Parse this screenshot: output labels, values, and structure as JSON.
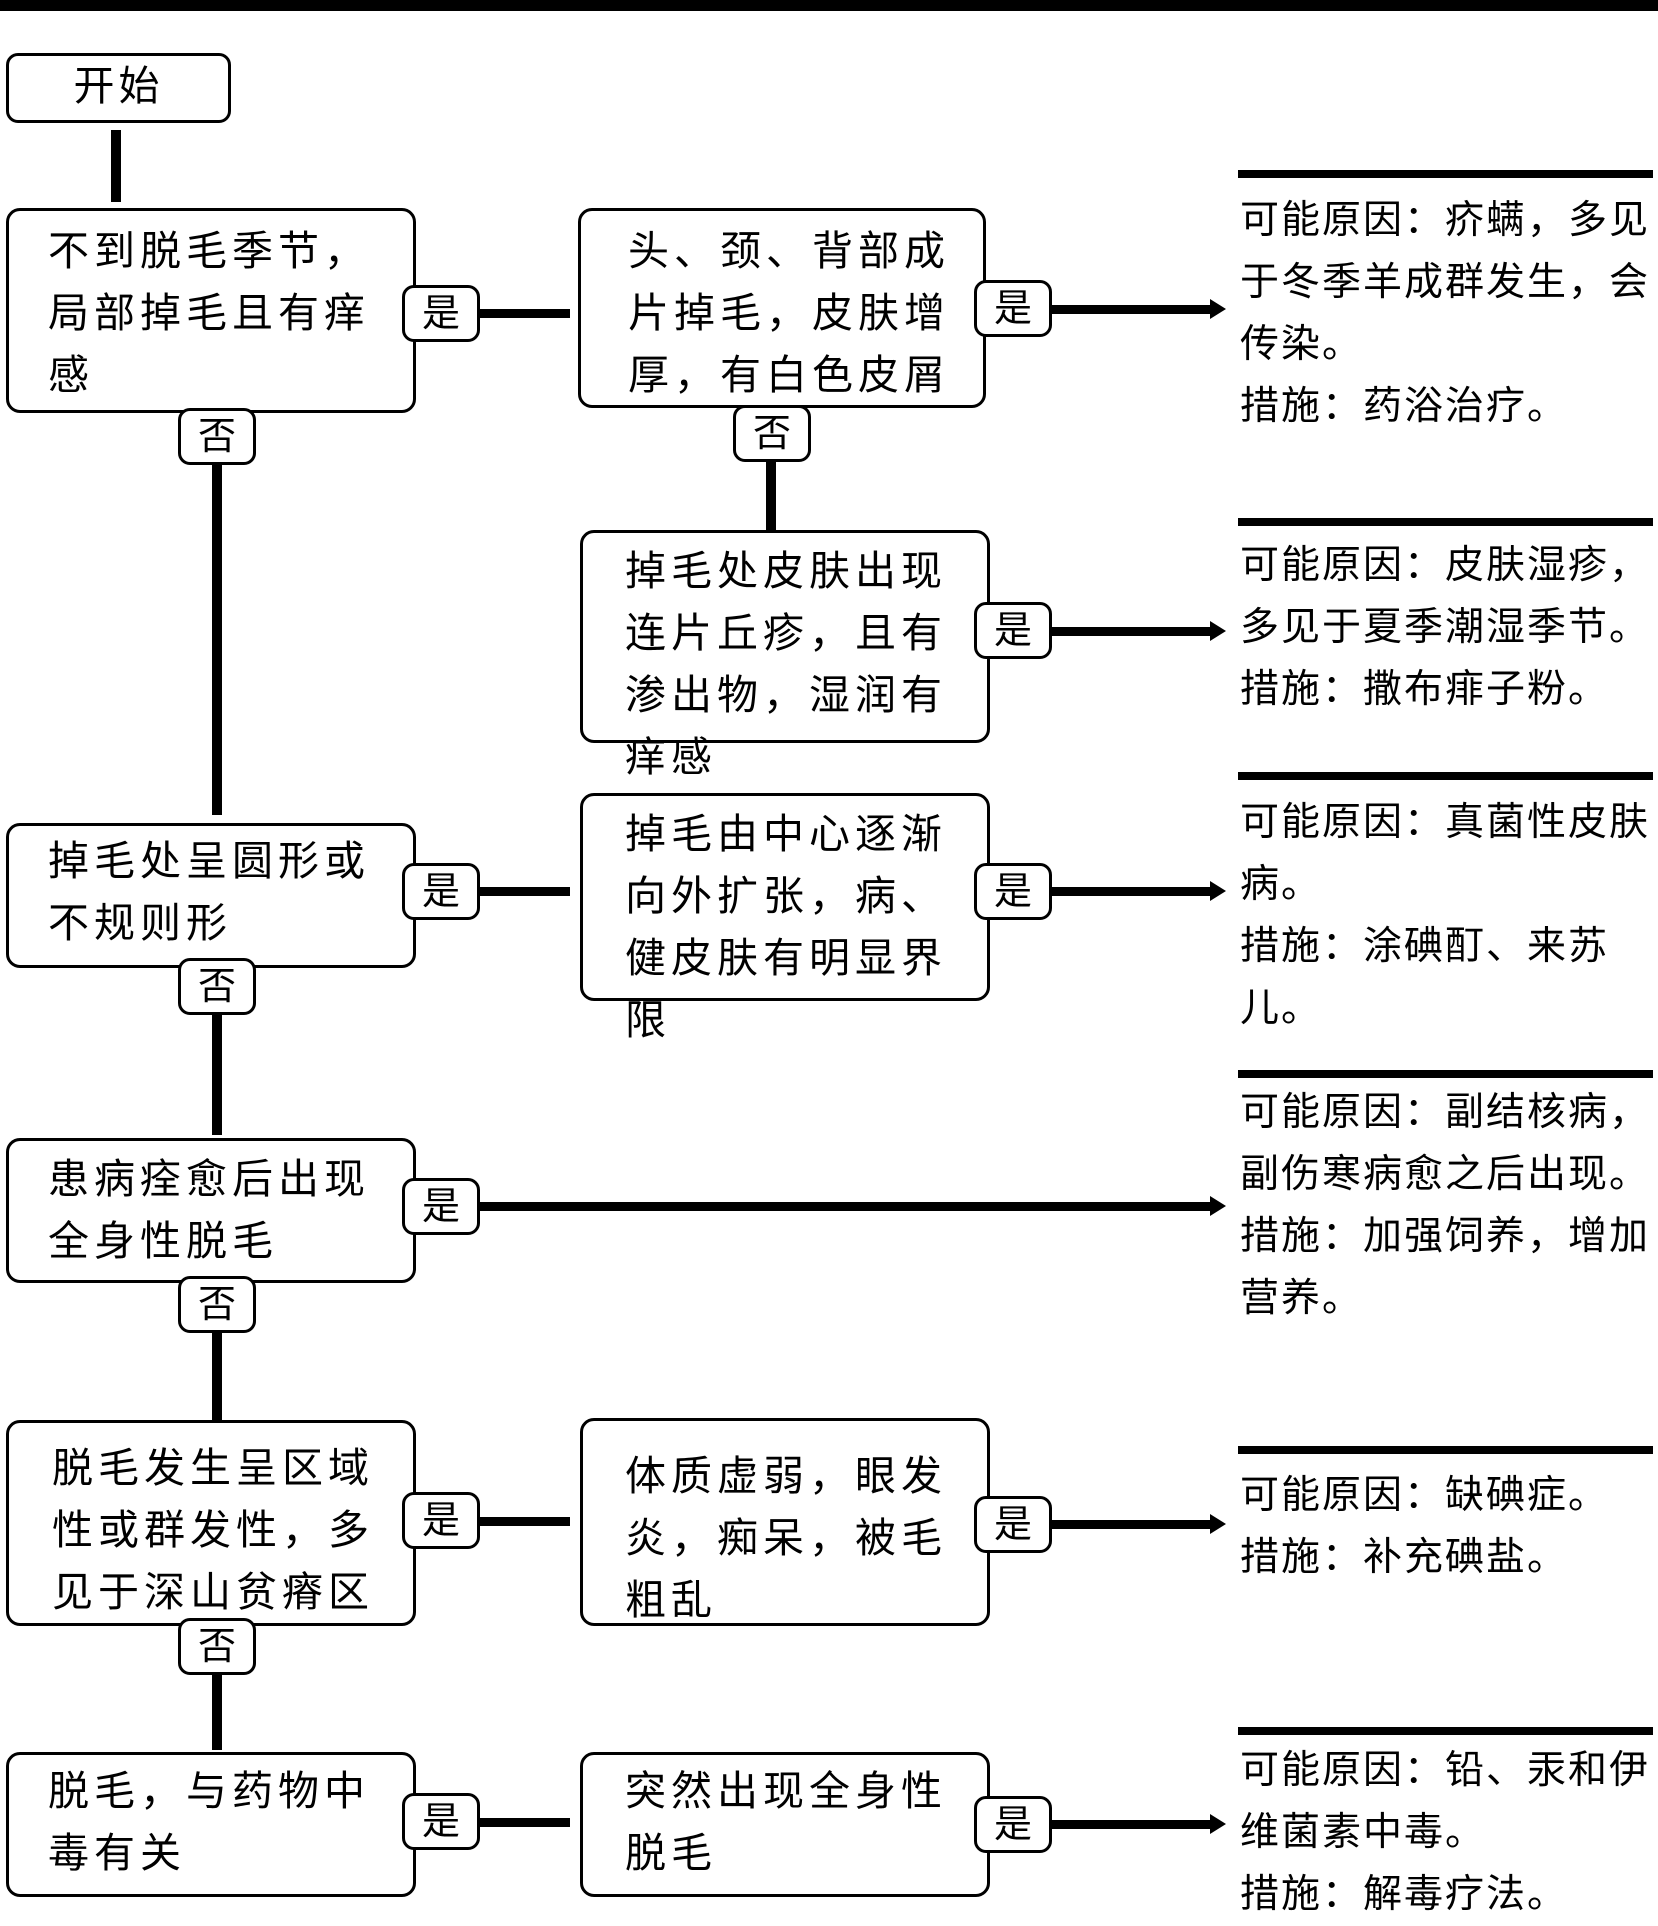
{
  "flowchart": {
    "start": "开始",
    "yes_label": "是",
    "no_label": "否",
    "main_checks": [
      "不到脱毛季节，局部掉毛且有痒感",
      "掉毛处呈圆形或不规则形",
      "患病痊愈后出现全身性脱毛",
      "脱毛发生呈区域性或群发性，多见于深山贫瘠区",
      "脱毛，与药物中毒有关"
    ],
    "sub_checks": [
      "头、颈、背部成片掉毛，皮肤增厚，有白色皮屑",
      "掉毛处皮肤出现连片丘疹，且有渗出物，湿润有痒感",
      "掉毛由中心逐渐向外扩张，病、健皮肤有明显界限",
      "体质虚弱，眼发炎，痴呆，被毛粗乱",
      "突然出现全身性脱毛"
    ],
    "results": [
      {
        "cause": "可能原因：疥螨，多见于冬季羊成群发生，会传染。",
        "measure": "措施：药浴治疗。"
      },
      {
        "cause": "可能原因：皮肤湿疹，多见于夏季潮湿季节。",
        "measure": "措施：撒布痱子粉。"
      },
      {
        "cause": "可能原因：真菌性皮肤病。",
        "measure": "措施：涂碘酊、来苏儿。"
      },
      {
        "cause": "可能原因：副结核病，副伤寒病愈之后出现。",
        "measure": "措施：加强饲养，增加营养。"
      },
      {
        "cause": "可能原因：缺碘症。",
        "measure": "措施：补充碘盐。"
      },
      {
        "cause": "可能原因：铅、汞和伊维菌素中毒。",
        "measure": "措施：解毒疗法。"
      }
    ]
  }
}
